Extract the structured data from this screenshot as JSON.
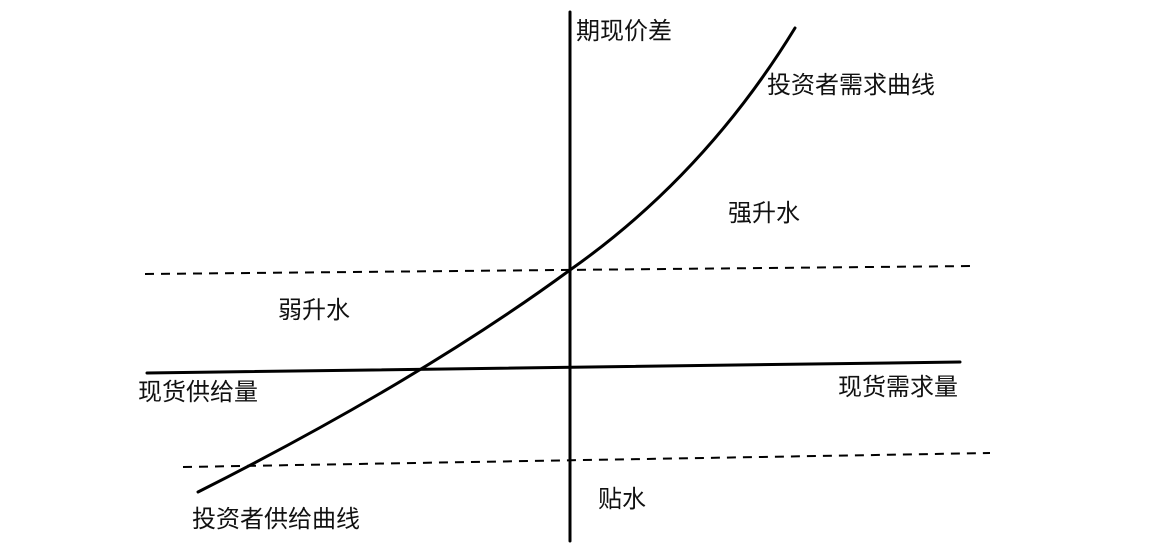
{
  "labels": {
    "y_axis": "期现价差",
    "investor_demand_curve": "投资者需求曲线",
    "strong_contango": "强升水",
    "weak_contango": "弱升水",
    "spot_supply": "现货供给量",
    "spot_demand": "现货需求量",
    "backwardation": "贴水",
    "investor_supply_curve": "投资者供给曲线"
  },
  "colors": {
    "line": "#000000",
    "text": "#111111",
    "background": "#ffffff"
  }
}
